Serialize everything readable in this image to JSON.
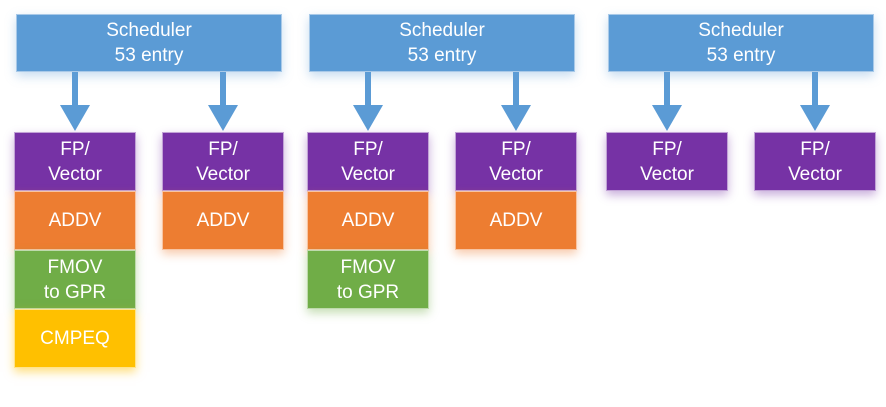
{
  "palette": {
    "scheduler_blue": "#5B9BD5",
    "fp_vector_purple": "#7632A5",
    "addv_orange": "#ED7D31",
    "fmov_green": "#70AD47",
    "cmpeq_yellow": "#FFC000",
    "text_white": "#FFFFFF"
  },
  "groups": [
    {
      "scheduler_label": "Scheduler\n53 entry",
      "columns": [
        {
          "units": [
            {
              "label": "FP/\nVector",
              "color": "purple"
            },
            {
              "label": "ADDV",
              "color": "orange"
            },
            {
              "label": "FMOV\nto GPR",
              "color": "green"
            },
            {
              "label": "CMPEQ",
              "color": "yellow"
            }
          ]
        },
        {
          "units": [
            {
              "label": "FP/\nVector",
              "color": "purple"
            },
            {
              "label": "ADDV",
              "color": "orange"
            }
          ]
        }
      ]
    },
    {
      "scheduler_label": "Scheduler\n53 entry",
      "columns": [
        {
          "units": [
            {
              "label": "FP/\nVector",
              "color": "purple"
            },
            {
              "label": "ADDV",
              "color": "orange"
            },
            {
              "label": "FMOV\nto GPR",
              "color": "green"
            }
          ]
        },
        {
          "units": [
            {
              "label": "FP/\nVector",
              "color": "purple"
            },
            {
              "label": "ADDV",
              "color": "orange"
            }
          ]
        }
      ]
    },
    {
      "scheduler_label": "Scheduler\n53 entry",
      "columns": [
        {
          "units": [
            {
              "label": "FP/\nVector",
              "color": "purple"
            }
          ]
        },
        {
          "units": [
            {
              "label": "FP/\nVector",
              "color": "purple"
            }
          ]
        }
      ]
    }
  ]
}
